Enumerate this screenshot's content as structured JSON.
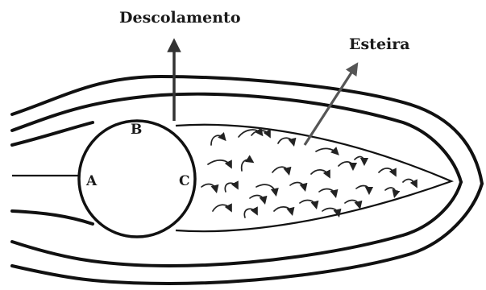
{
  "labels": {
    "separation": "Descolamento",
    "wake": "Esteira",
    "point_a": "A",
    "point_b": "B",
    "point_c": "C"
  },
  "colors": {
    "ink": "#111111",
    "arrow_wake": "#555555",
    "background": "#ffffff"
  }
}
